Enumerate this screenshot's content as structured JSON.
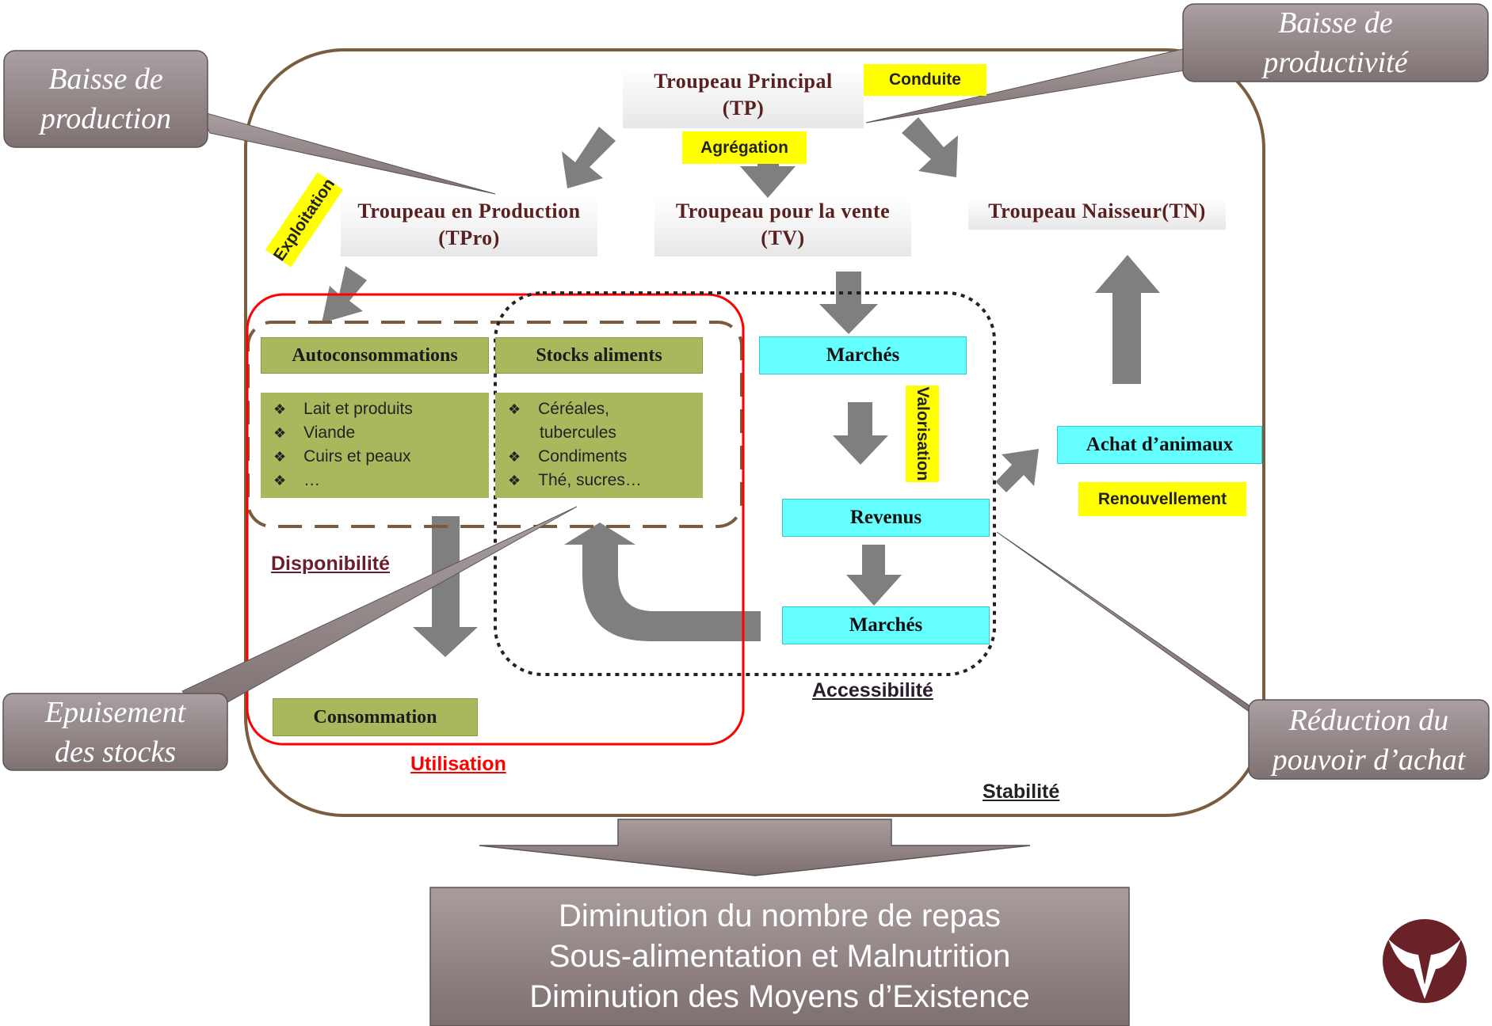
{
  "herds": {
    "principal": {
      "line1": "Troupeau  Principal",
      "line2": "(TP)"
    },
    "production": {
      "line1": "Troupeau  en Production",
      "line2": "(TPro)"
    },
    "vente": {
      "line1": "Troupeau  pour la vente",
      "line2": "(TV)"
    },
    "naisseur": {
      "line1": "Troupeau  Naisseur(TN)"
    }
  },
  "tags": {
    "conduite": "Conduite",
    "agregation": "Agrégation",
    "exploitation": "Exploitation",
    "valorisation": "Valorisation",
    "renouvellement": "Renouvellement"
  },
  "autoconsommations": {
    "title": "Autoconsommations",
    "items": [
      "Lait et produits",
      "Viande",
      "Cuirs et peaux",
      "…"
    ]
  },
  "stocks": {
    "title": "Stocks aliments",
    "items": [
      "Céréales,",
      "tubercules",
      "Condiments",
      "Thé, sucres…"
    ]
  },
  "consommation": "Consommation",
  "marches_top": "Marchés",
  "revenus": "Revenus",
  "marches_bottom": "Marchés",
  "achat": "Achat d’animaux",
  "labels": {
    "disponibilite": "Disponibilité",
    "utilisation": "Utilisation",
    "accessibilite": "Accessibilité",
    "stabilite": "Stabilité"
  },
  "callouts": {
    "baisse_production": "Baisse de\nproduction",
    "baisse_productivite": "Baisse de\nproductivité",
    "epuisement": "Epuisement\ndes stocks",
    "reduction": "Réduction du\npouvoir d’achat"
  },
  "result": {
    "line1": "Diminution du nombre de repas",
    "line2": "Sous-alimentation et Malnutrition",
    "line3": "Diminution des Moyens d’Existence"
  },
  "colors": {
    "frame": "#7a5c3e",
    "arrow": "#7f7f7f",
    "callout": "#8e8182",
    "highlight": "#ffff00",
    "cyan": "#66ffff",
    "green": "#a9b85c",
    "utilisation_red": "#ff0000",
    "disponibilite_maroon": "#6b1f2a",
    "logo": "#6b2128"
  }
}
